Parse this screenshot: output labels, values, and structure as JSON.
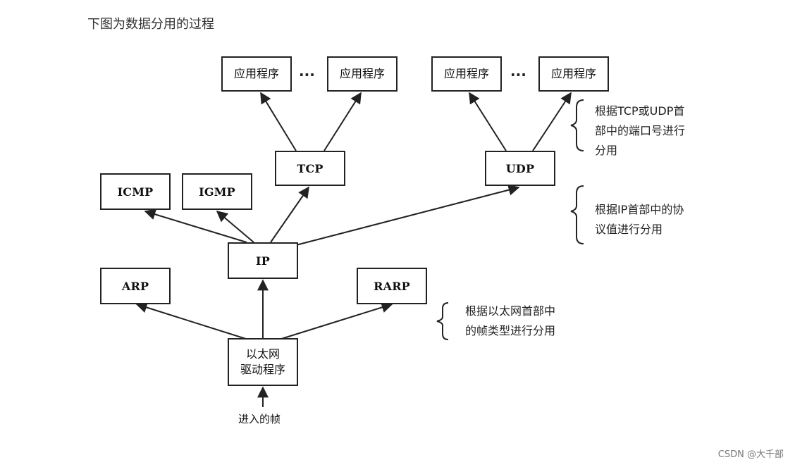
{
  "page": {
    "title": "下图为数据分用的过程",
    "watermark": "CSDN @大千部"
  },
  "diagram": {
    "boxes": {
      "app1": "应用程序",
      "app2": "应用程序",
      "app3": "应用程序",
      "app4": "应用程序",
      "tcp": "TCP",
      "udp": "UDP",
      "icmp": "ICMP",
      "igmp": "IGMP",
      "ip": "IP",
      "arp": "ARP",
      "rarp": "RARP",
      "ethernet_driver": "以太网\n驱动程序"
    },
    "ellipsis": "···",
    "input_label": "进入的帧",
    "notes": {
      "transport": "根据TCP或UDP首\n部中的端口号进行\n分用",
      "ip": "根据IP首部中的协\n议值进行分用",
      "ethernet": "根据以太网首部中\n的帧类型进行分用"
    }
  }
}
